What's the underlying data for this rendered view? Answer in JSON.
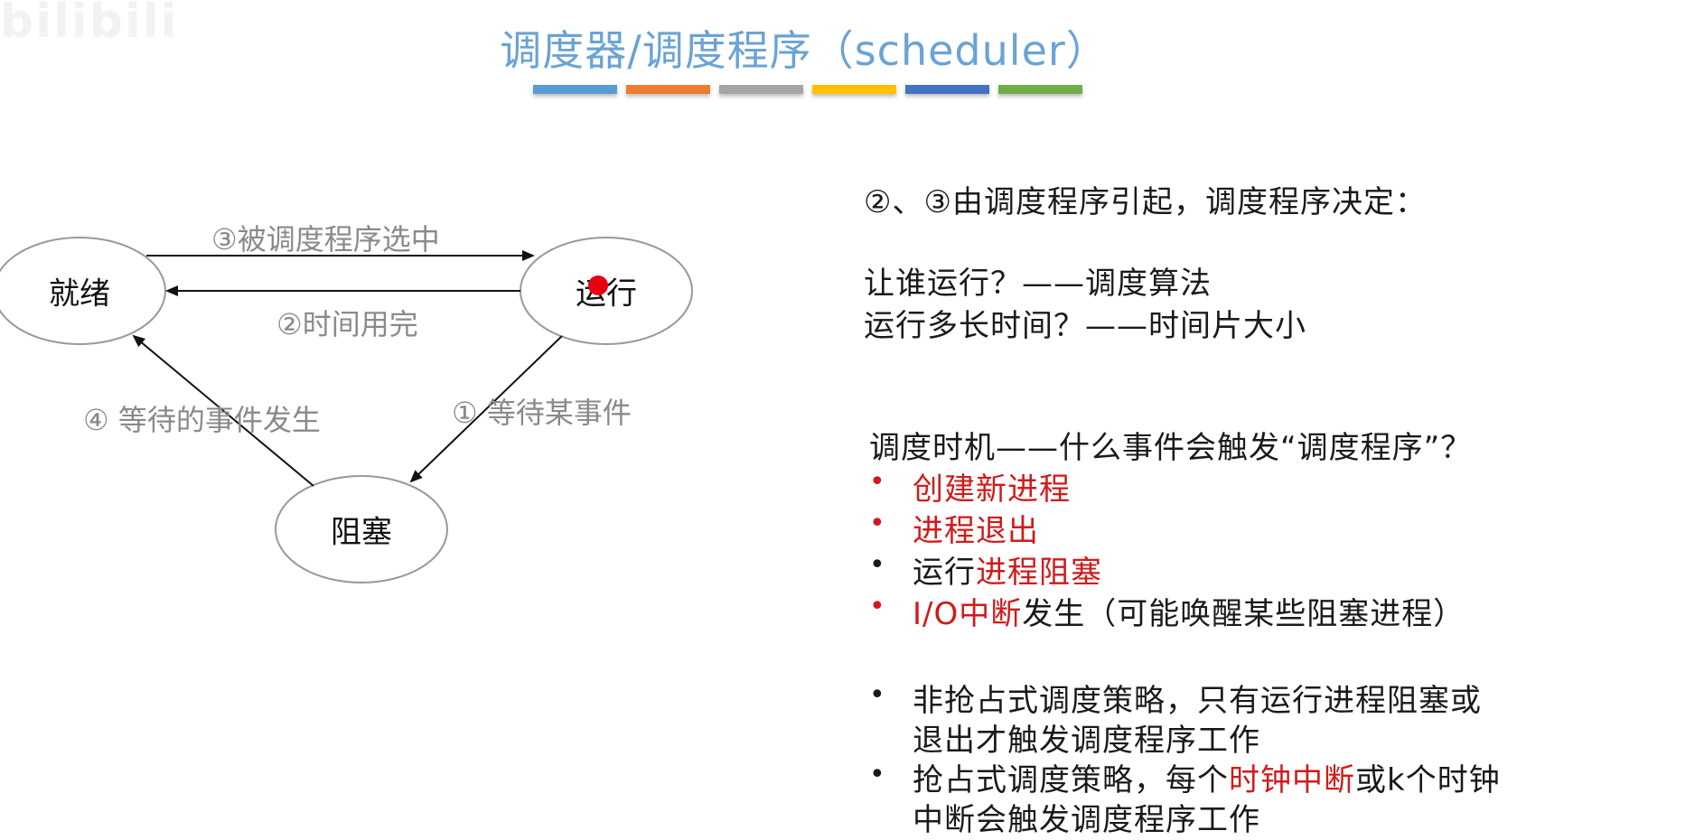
{
  "watermark": "bilibili",
  "title": "调度器/调度程序（scheduler）",
  "title_bar_colors": [
    "#5b9bd5",
    "#ed7d31",
    "#a5a5a5",
    "#ffc000",
    "#4472c4",
    "#70ad47"
  ],
  "diagram": {
    "nodes": {
      "ready": "就绪",
      "running": "运行",
      "blocked": "阻塞"
    },
    "edges": {
      "selected": "③被调度程序选中",
      "timeout": "②时间用完",
      "wait": "① 等待某事件",
      "event_occurs": "④ 等待的事件发生"
    }
  },
  "right": {
    "heading": "②、③由调度程序引起，调度程序决定：",
    "q1": "让谁运行？——调度算法",
    "q2": "运行多长时间？——时间片大小",
    "timing_heading": "调度时机——什么事件会触发“调度程序”？",
    "triggers": {
      "t1": "创建新进程",
      "t2": "进程退出",
      "t3_prefix": "运行",
      "t3_red": "进程阻塞",
      "t4_red": "I/O中断",
      "t4_suffix": "发生（可能唤醒某些阻塞进程）"
    },
    "policies": {
      "p1_line1": "非抢占式调度策略，只有运行进程阻塞或",
      "p1_line2": "退出才触发调度程序工作",
      "p2_prefix": "抢占式调度策略，每个",
      "p2_red": "时钟中断",
      "p2_suffix": "或k个时钟",
      "p2_line2": "中断会触发调度程序工作"
    },
    "bullet_symbol": "•"
  }
}
